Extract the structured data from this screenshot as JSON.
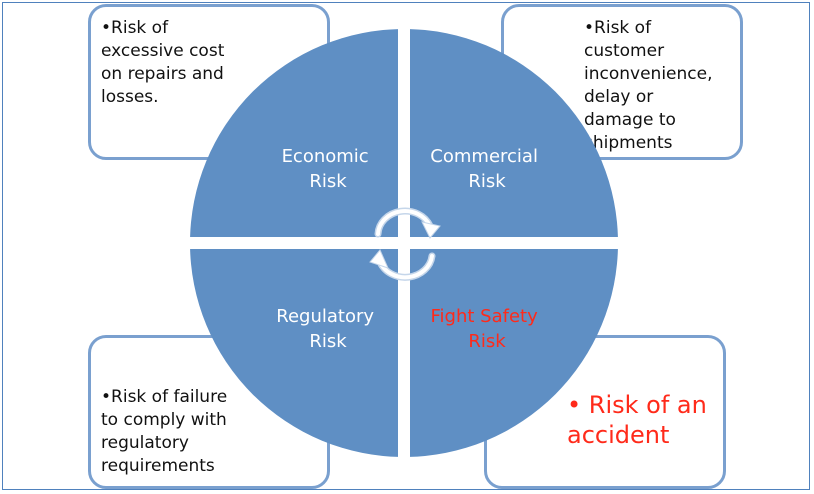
{
  "quadrants": [
    {
      "line1": "Economic",
      "line2": "Risk"
    },
    {
      "line1": "Commercial",
      "line2": "Risk"
    },
    {
      "line1": "Regulatory",
      "line2": "Risk"
    },
    {
      "line1": "Fight Safety",
      "line2": "Risk"
    }
  ],
  "notes": {
    "top_left": [
      "•Risk of",
      "excessive cost",
      "on repairs and",
      "losses."
    ],
    "top_right": [
      "•Risk of",
      "customer",
      "inconvenience,",
      "delay  or",
      "damage to",
      "shipments"
    ],
    "bottom_left": [
      "•Risk of failure",
      "to comply with",
      "regulatory",
      "requirements"
    ],
    "bottom_right": [
      "• Risk of an",
      "accident"
    ]
  },
  "colors": {
    "circle_fill": "#5f8fc4",
    "quadrant_text": "#ffffff",
    "highlight_text": "#ff2a1a",
    "box_border": "#7aa0cf"
  },
  "icons": [
    "cycle-arrows-icon"
  ]
}
